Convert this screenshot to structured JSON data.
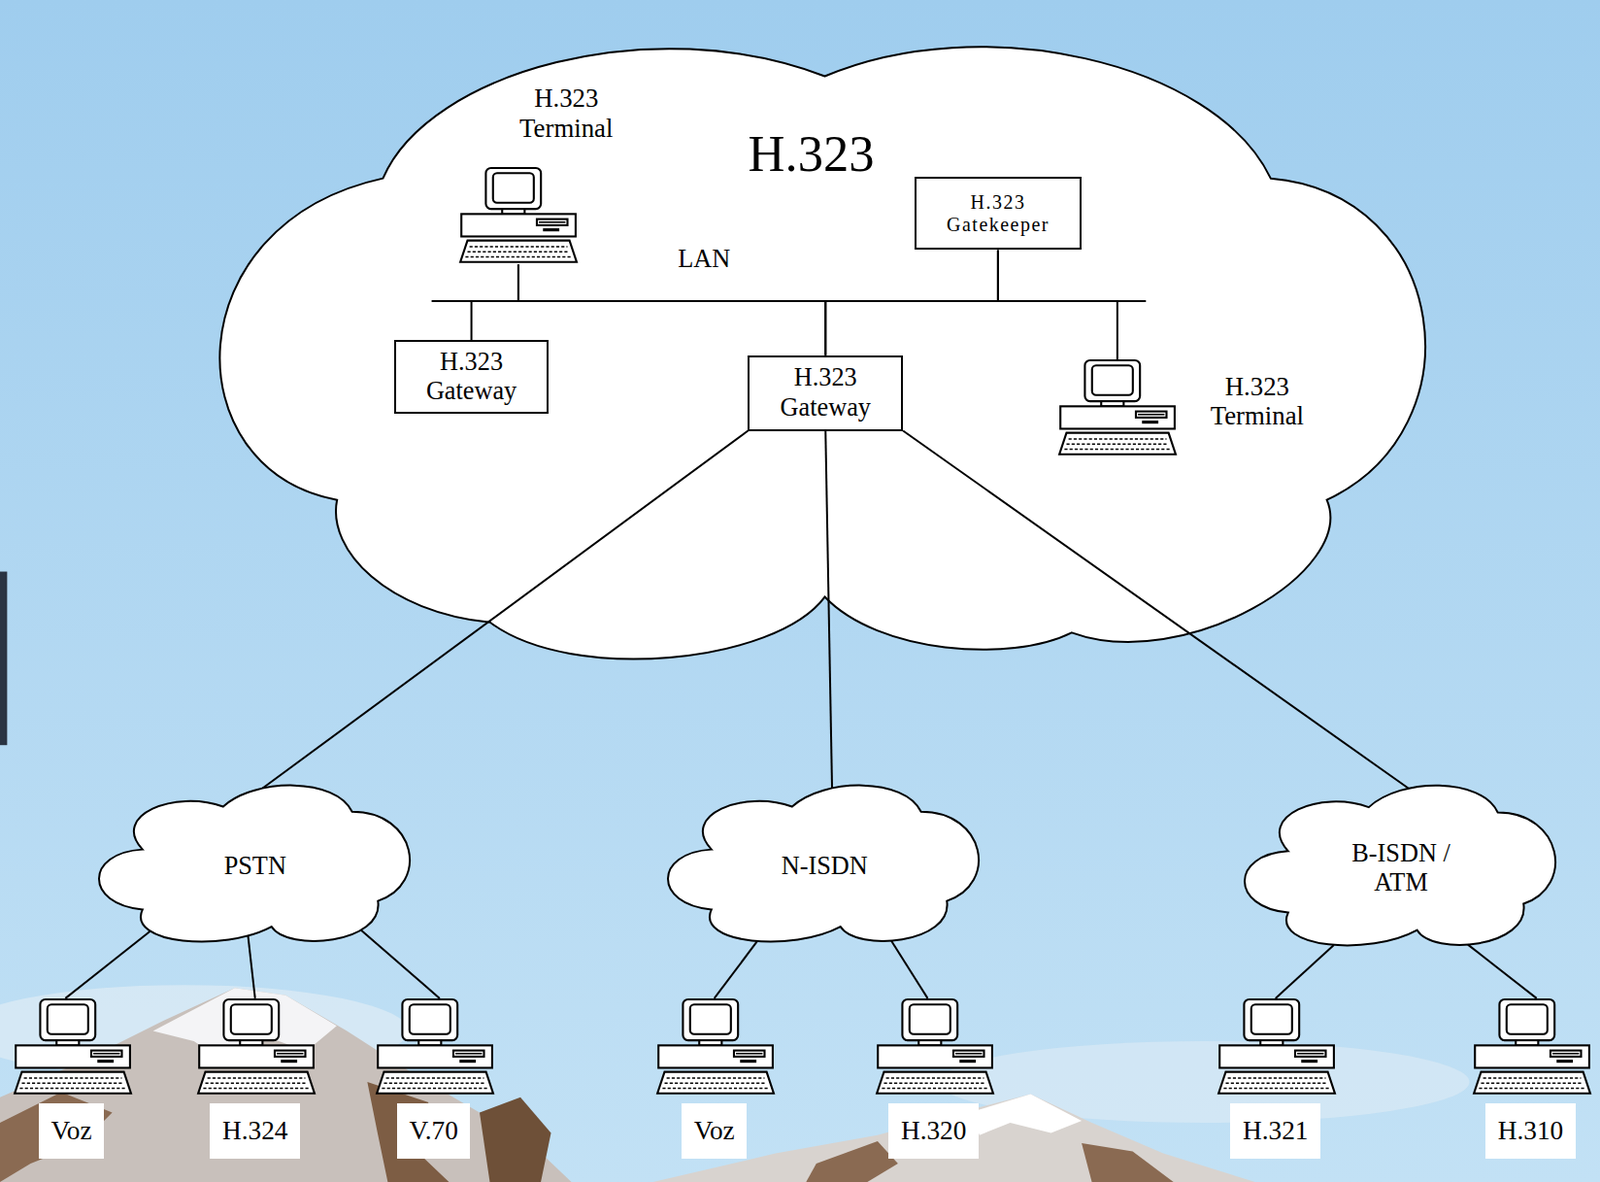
{
  "diagram": {
    "nodes": [
      {
        "text": [
          "H.323"
        ]
      },
      {
        "text": [
          "H.323 Terminal"
        ],
        "in": 0
      },
      {
        "text": [
          "H.323 Gatekeeper"
        ],
        "in": 0
      },
      {
        "text": [
          "H.323 Gateway"
        ],
        "in": 0
      },
      {
        "text": [
          "H.323 Gateway"
        ],
        "in": 0
      },
      {
        "text": [
          "H.323 Terminal"
        ],
        "in": 0
      },
      {
        "text": [
          "PSTN"
        ]
      },
      {
        "text": [
          "N-ISDN"
        ]
      },
      {
        "text": [
          "B-ISDN / ATM"
        ]
      },
      {
        "text": [
          "Voz"
        ]
      },
      {
        "text": [
          "H.324"
        ]
      },
      {
        "text": [
          "V.70"
        ]
      },
      {
        "text": [
          "Voz"
        ]
      },
      {
        "text": [
          "H.320"
        ]
      },
      {
        "text": [
          "H.321"
        ]
      },
      {
        "text": [
          "H.310"
        ]
      }
    ],
    "edges": [
      {
        "from": 3,
        "to": 1,
        "arrow": "none"
      },
      {
        "from": 1,
        "to": 4,
        "arrow": "none"
      },
      {
        "from": 4,
        "to": 2,
        "arrow": "none"
      },
      {
        "from": 2,
        "to": 5,
        "arrow": "none"
      },
      {
        "from": 4,
        "to": 6,
        "arrow": "none"
      },
      {
        "from": 4,
        "to": 7,
        "arrow": "none"
      },
      {
        "from": 4,
        "to": 8,
        "arrow": "none"
      },
      {
        "from": 6,
        "to": 9,
        "arrow": "none"
      },
      {
        "from": 6,
        "to": 10,
        "arrow": "none"
      },
      {
        "from": 6,
        "to": 11,
        "arrow": "none"
      },
      {
        "from": 7,
        "to": 12,
        "arrow": "none"
      },
      {
        "from": 7,
        "to": 13,
        "arrow": "none"
      },
      {
        "from": 8,
        "to": 14,
        "arrow": "none"
      },
      {
        "from": 8,
        "to": 15,
        "arrow": "none"
      }
    ],
    "labels": [
      "LAN"
    ]
  }
}
